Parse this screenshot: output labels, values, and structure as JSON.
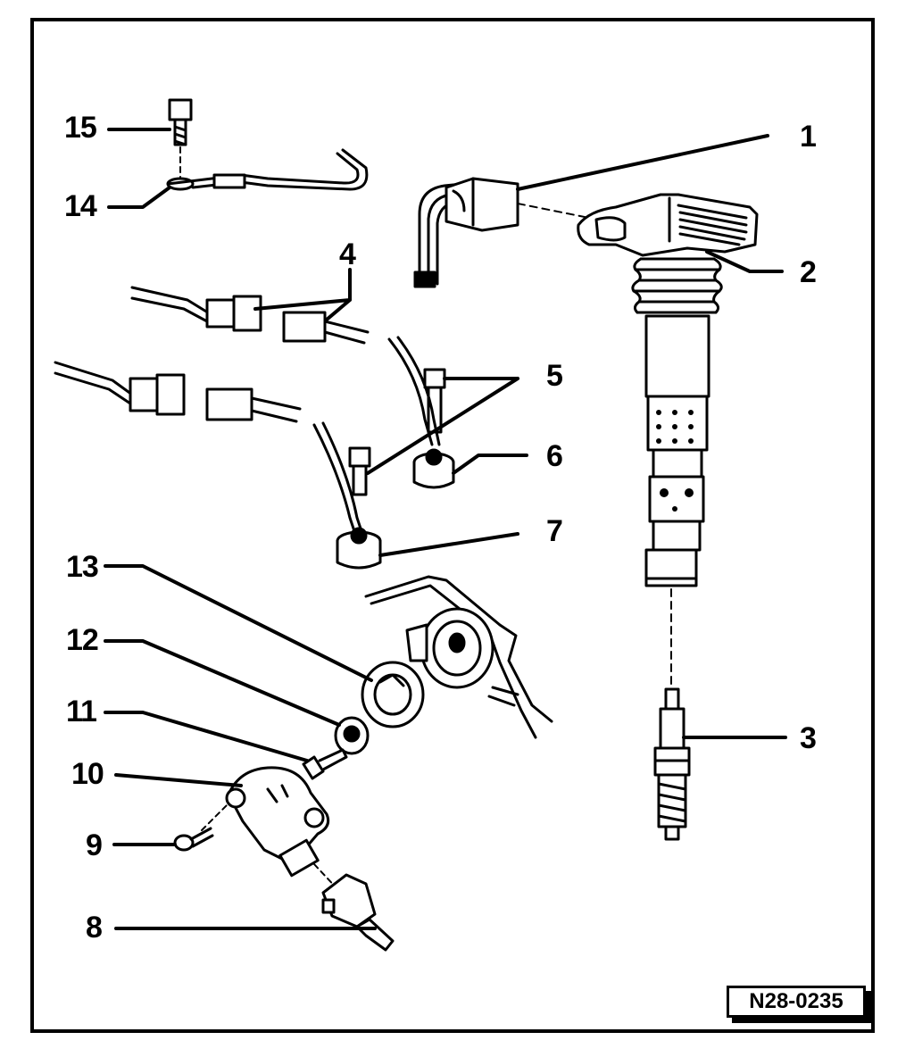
{
  "figure_id": "N28-0235",
  "callouts": {
    "c1": "1",
    "c2": "2",
    "c3": "3",
    "c4": "4",
    "c5": "5",
    "c6": "6",
    "c7": "7",
    "c8": "8",
    "c9": "9",
    "c10": "10",
    "c11": "11",
    "c12": "12",
    "c13": "13",
    "c14": "14",
    "c15": "15"
  },
  "colors": {
    "ink": "#000000",
    "paper": "#ffffff",
    "shade": "#d9d9d9"
  }
}
